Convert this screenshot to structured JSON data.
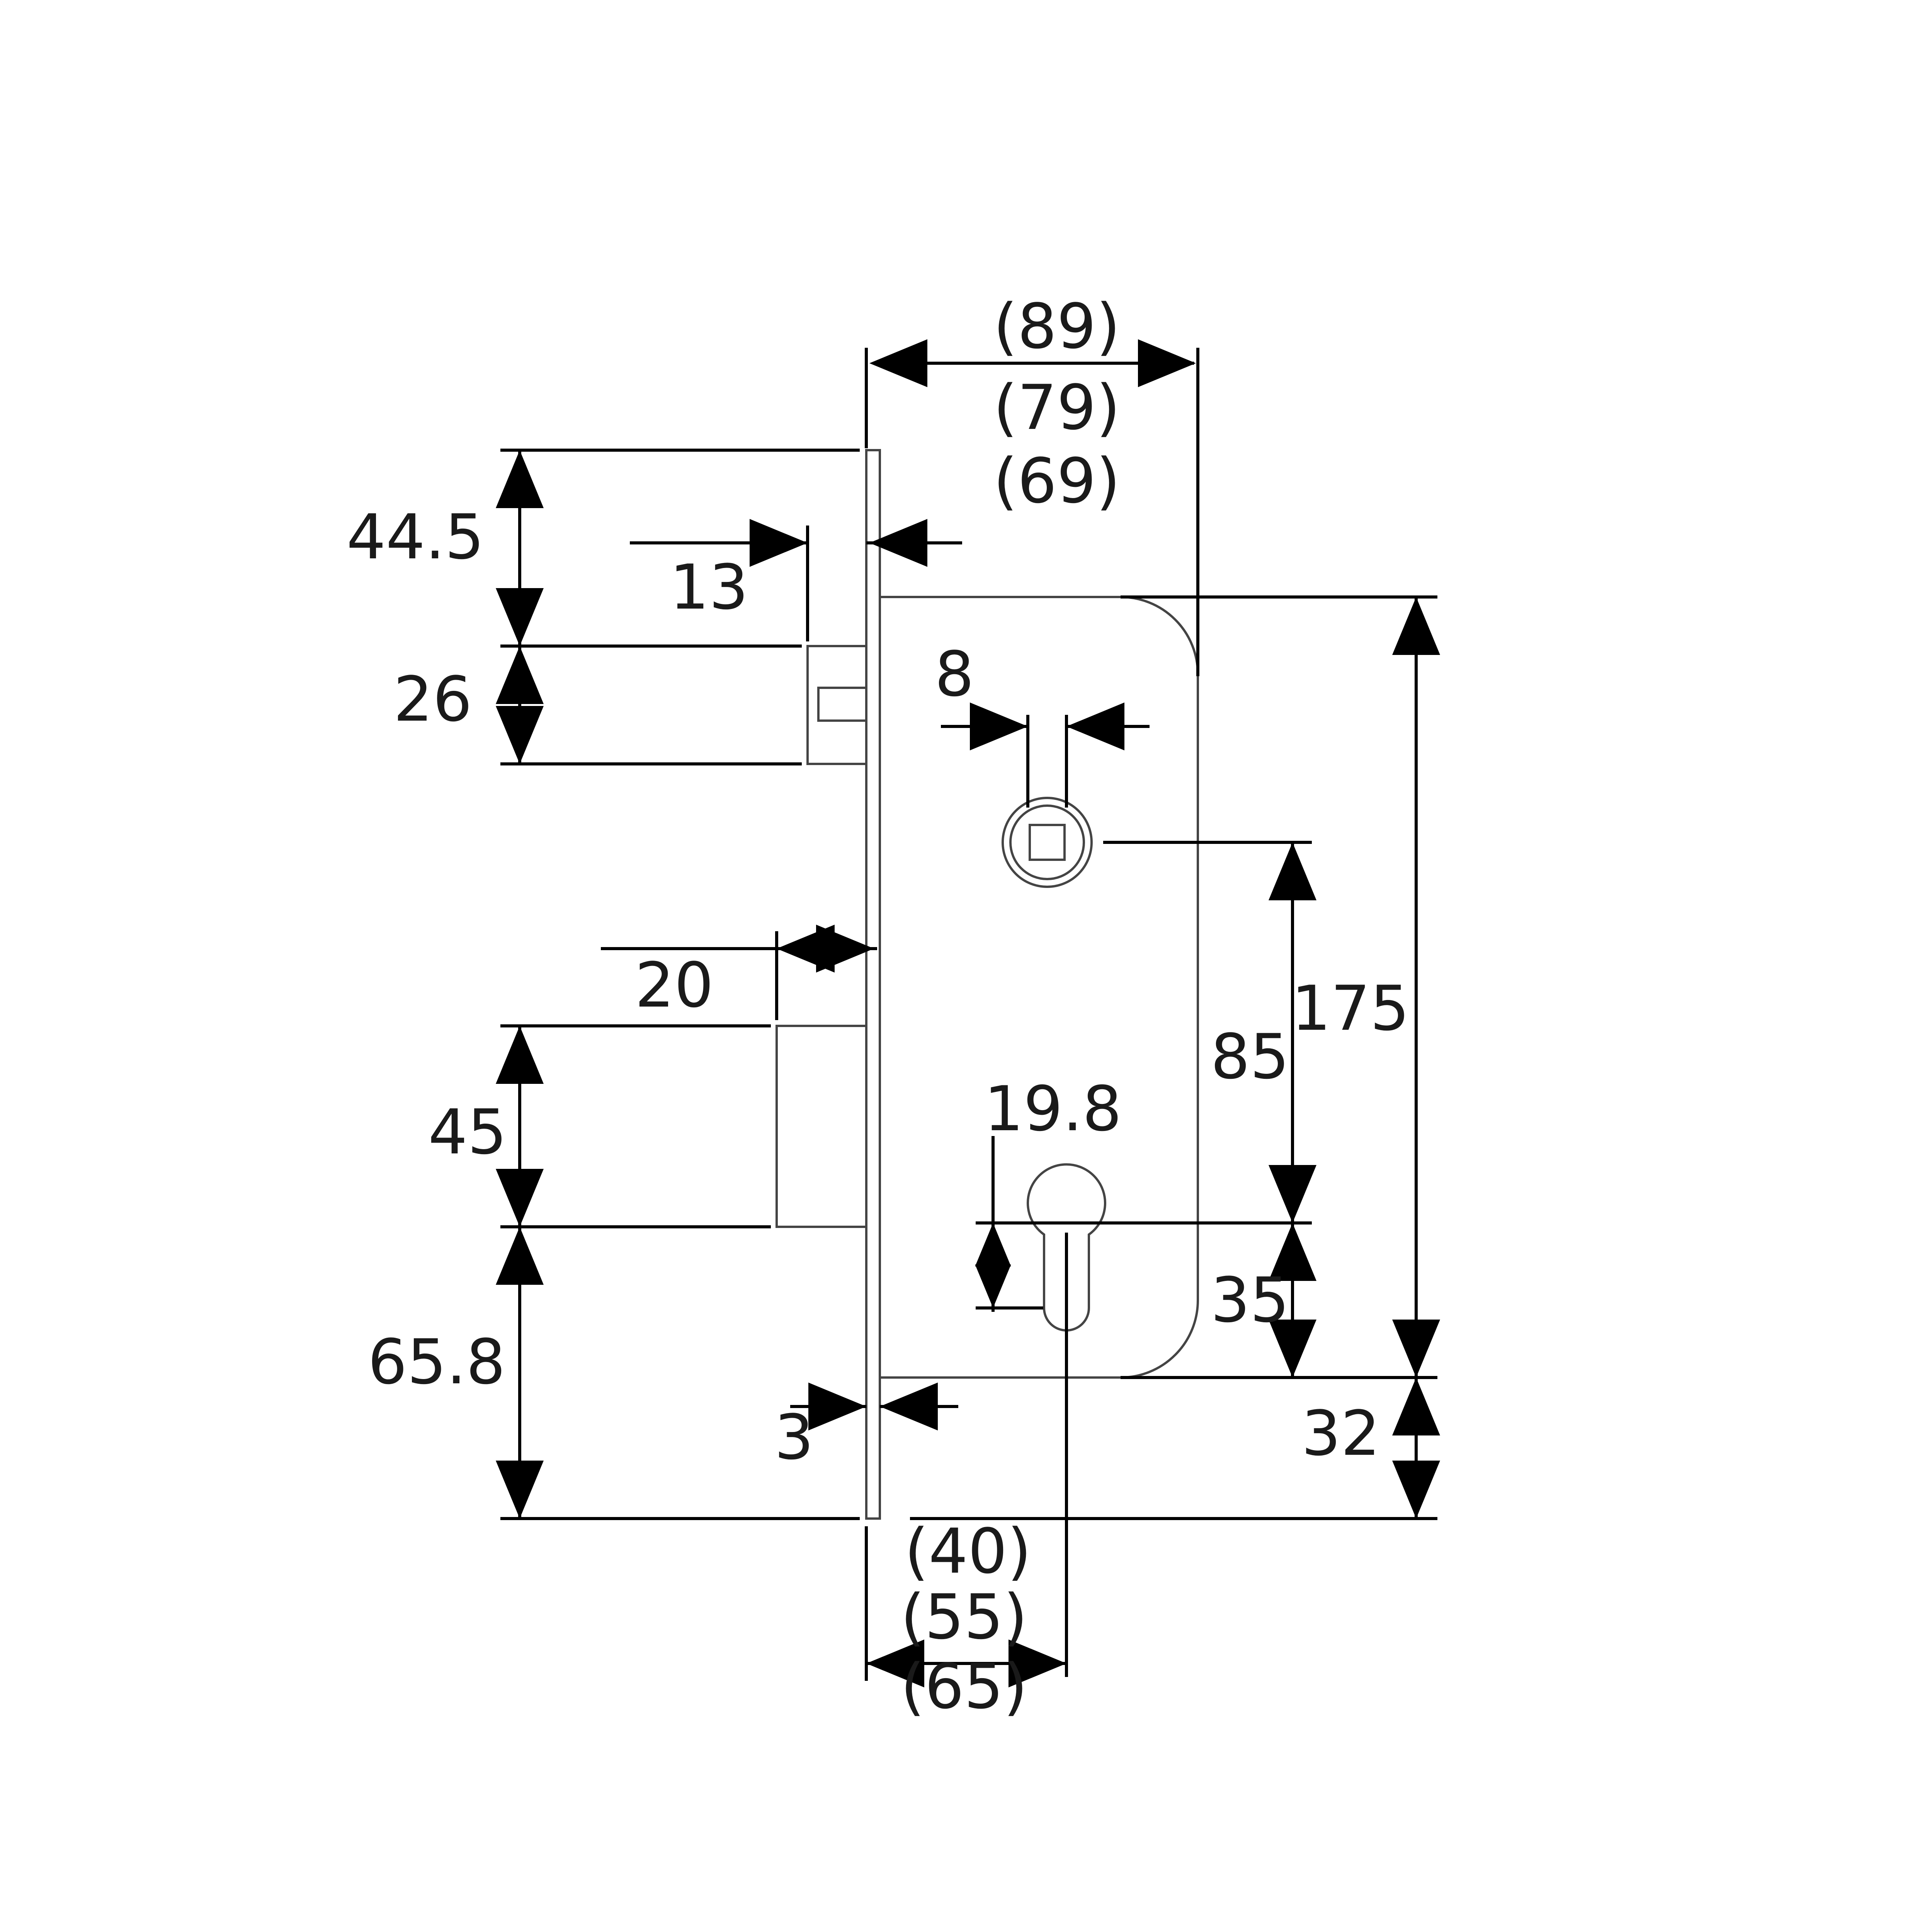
{
  "diagram": {
    "type": "mortise lock technical drawing",
    "colors": {
      "lines": "#000000",
      "outline": "#444444",
      "text": "#1a1a1a",
      "background": "#ffffff"
    },
    "dimensions": {
      "top_upper": "44.5",
      "latch_height": "26",
      "latch_offset": "13",
      "bolt_projection": "20",
      "bolt_height": "45",
      "bottom_lower": "65.8",
      "faceplate_thickness": "3",
      "spindle_width": "8",
      "cylinder_width": "19.8",
      "case_height": "175",
      "spindle_to_cylinder": "85",
      "cylinder_to_case_bottom": "35",
      "case_bottom_to_faceplate_end": "32",
      "backset_top_1": "(89)",
      "backset_top_2": "(79)",
      "backset_top_3": "(69)",
      "backset_bottom_1": "(40)",
      "backset_bottom_2": "(55)",
      "backset_bottom_3": "(65)"
    }
  }
}
